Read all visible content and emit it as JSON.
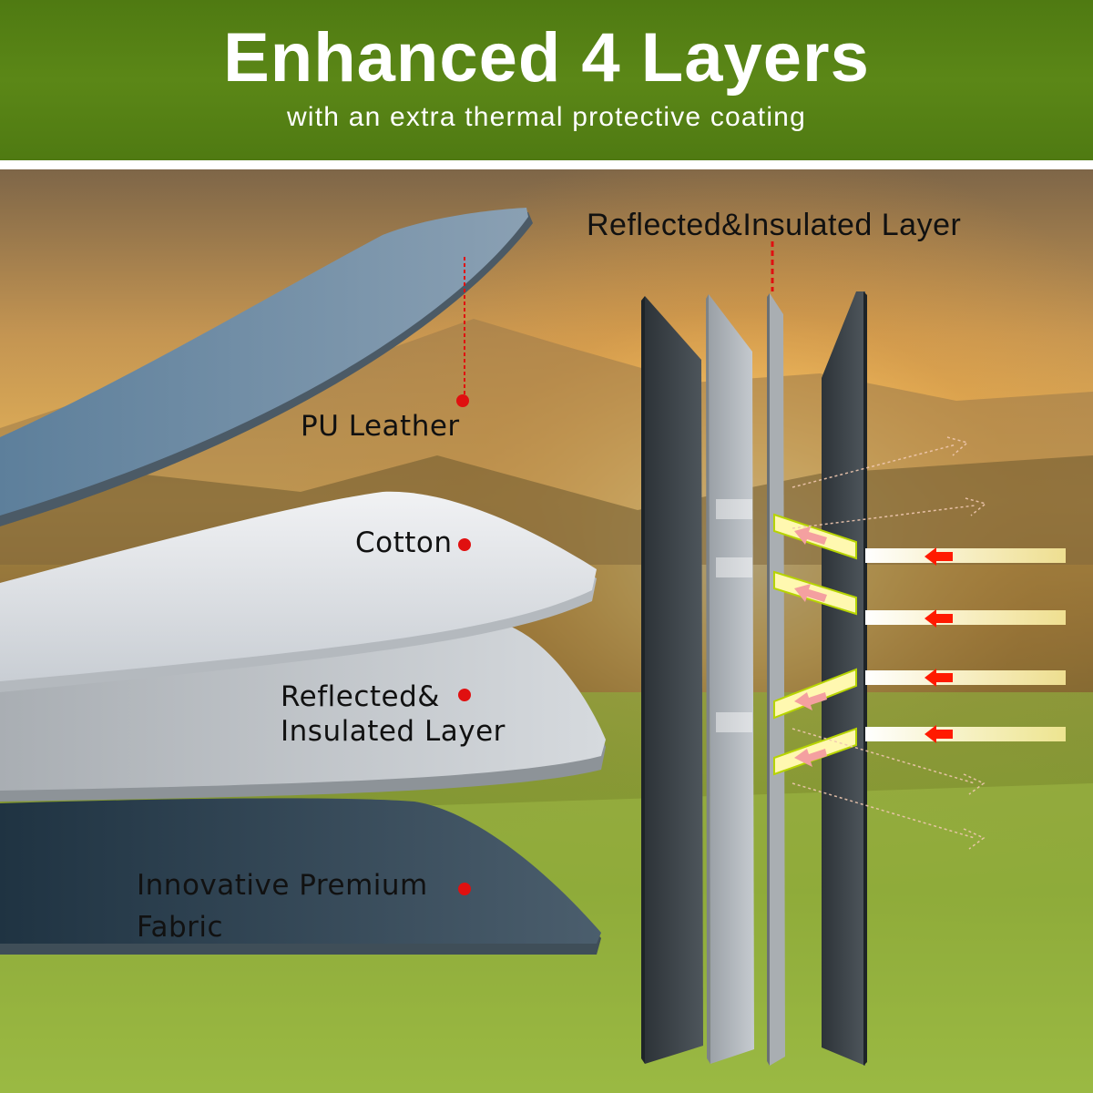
{
  "header": {
    "title": "Enhanced 4 Layers",
    "subtitle": "with an extra thermal protective coating",
    "color": "#5b8717"
  },
  "layers": {
    "pu_leather": "PU Leather",
    "cotton": "Cotton",
    "reflected_line1": "Reflected&",
    "reflected_line2": "Insulated Layer",
    "fabric_line1": "Innovative Premium",
    "fabric_line2": "Fabric"
  },
  "diagram": {
    "reflected_layer_label": "Reflected&Insulated Layer"
  },
  "colors": {
    "marker": "#e01010",
    "leather": "#6b8aa3",
    "cotton": "#e4e7eb",
    "reflective": "#c6cacf",
    "fabric": "#2e4252",
    "heat_arrow": "#ff1a00"
  }
}
